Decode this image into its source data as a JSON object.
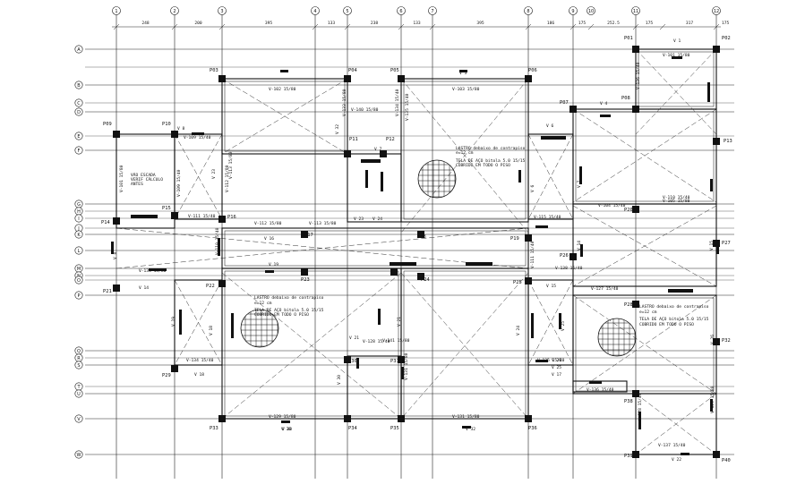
{
  "plan": {
    "col_labels": [
      "1",
      "2",
      "3",
      "4",
      "5",
      "6",
      "7",
      "8",
      "9",
      "10",
      "11",
      "12"
    ],
    "row_labels": [
      "A",
      "B",
      "C",
      "D",
      "E",
      "F",
      "G",
      "H",
      "I",
      "J",
      "K",
      "L",
      "M",
      "N",
      "O",
      "P",
      "Q",
      "R",
      "S",
      "T",
      "U",
      "V",
      "W"
    ],
    "top_dims": [
      "248",
      "200",
      "395",
      "133",
      "238",
      "133",
      "395",
      "186",
      "175",
      "252.5",
      "175",
      "317",
      "175"
    ],
    "pillars": {
      "p01": "P01",
      "p02": "P02",
      "p03": "P03",
      "p04": "P04",
      "p05": "P05",
      "p06": "P06",
      "p07": "P07",
      "p08": "P08",
      "p09": "P09",
      "p10": "P10",
      "p11": "P11",
      "p12": "P12",
      "p13": "P13",
      "p14": "P14",
      "p15": "P15",
      "p16": "P16",
      "p17": "P17",
      "p18": "P18",
      "p19": "P19",
      "p20": "P20",
      "p21": "P21",
      "p22": "P22",
      "p23": "P23",
      "p24": "P24",
      "p25": "P25",
      "p26": "P26",
      "p27": "P27",
      "p28": "P28",
      "p29": "P29",
      "p30": "P30",
      "p31": "P31",
      "p32": "P32",
      "p33": "P33",
      "p34": "P34",
      "p35": "P35",
      "p36": "P36",
      "p38": "P38",
      "p39": "P39",
      "p40": "P40"
    },
    "beams": {
      "v1": "V 1",
      "v1b": "V-101 15/80",
      "v2": "V-102 15/80",
      "v3": "V 3",
      "v3b": "V-103 15/80",
      "v4": "V 4",
      "v4b": "V-104 15/40",
      "v5": "V-105 15/80",
      "v6": "V 6",
      "v7": "V 7",
      "v8": "V 8",
      "v9": "V-109 15/40",
      "v10": "V-110 15/40",
      "v11": "V-111 15/40",
      "v12": "V-112 15/80",
      "v13": "V-113 15/80",
      "v14": "V 14",
      "v15": "V 15",
      "v15b": "V-115 15/40",
      "v16": "V 16",
      "v17": "V 17",
      "v18": "V 18",
      "v19": "V 19",
      "v20": "V 20",
      "v21": "V 21",
      "v22": "V 22",
      "v23": "V 23",
      "v24": "V 24",
      "v25": "V 25",
      "v26": "V 26",
      "v27": "V-127 15/40",
      "v28": "V-128 15/40",
      "v29": "V-129 15/80",
      "v30": "V 30",
      "v31": "V-131 15/80",
      "v32": "V 32",
      "v33": "V-133 15/80",
      "v34": "V-134 15/40",
      "v35": "V-135 15/40",
      "v36": "V-136 15/40",
      "v37": "V-137 15/40",
      "v38": "V-138 15/40",
      "v40": "V-140 15/80",
      "v41": "V-141 15/80"
    },
    "notes": {
      "laje1_a": "LASTRO debaixo de contrapiso",
      "laje1_b": "e=12 cm",
      "laje1_c": "TELA DE AÇO bitola 5.0 15/15",
      "laje1_d": "COBRIDO EM TODO O PISO",
      "laje2_a": "LASTRO debaixo de contrapiso",
      "laje2_b": "e=12 cm",
      "laje2_c": "TELA DE AÇO bitola 5.0 15/15",
      "laje2_d": "COBRIDO EM TODO O PISO",
      "laje3_a": "LASTRO debaixo de contrapiso",
      "laje3_b": "e=12 cm",
      "laje3_c": "TELA DE AÇO bitola 5.0 15/15",
      "laje3_d": "COBRIDO EM TODO O PISO",
      "vao_a": "VÃO ESCADA",
      "vao_b": "VERIF CÁLCULO",
      "vao_c": "ANTES"
    }
  }
}
